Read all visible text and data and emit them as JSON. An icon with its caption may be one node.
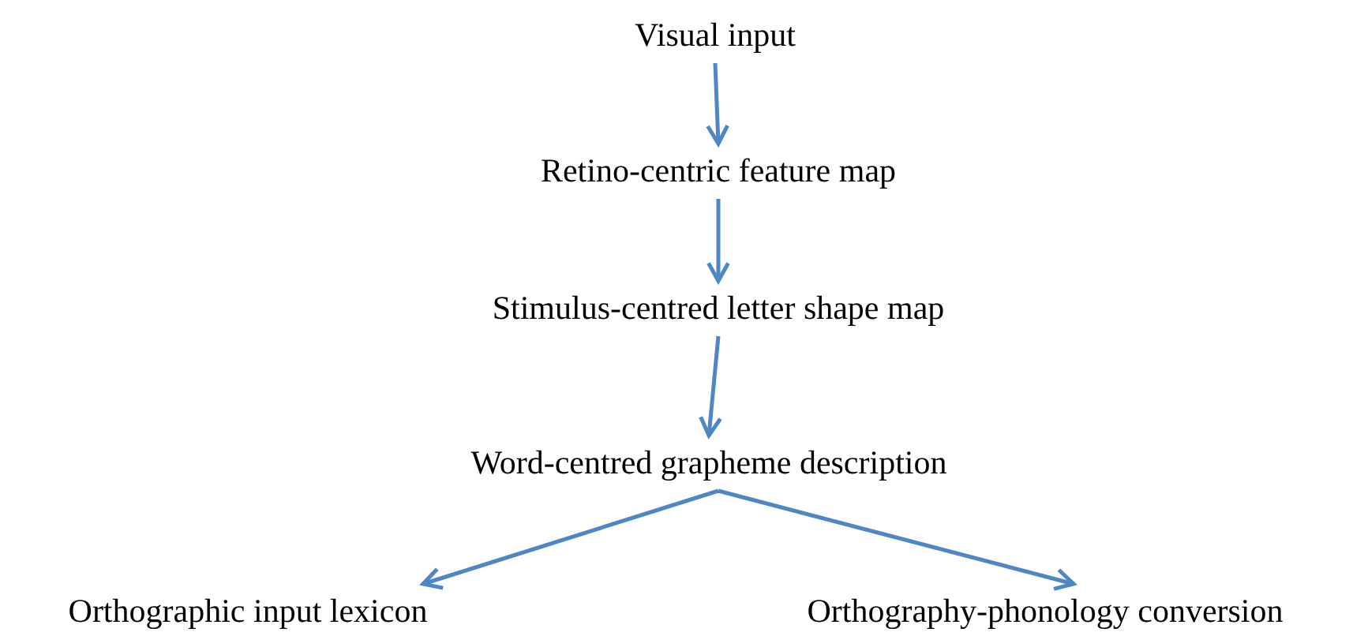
{
  "diagram": {
    "nodes": [
      {
        "text": [
          "Visual input"
        ]
      },
      {
        "text": [
          "Retino-centric feature map"
        ]
      },
      {
        "text": [
          "Stimulus-centred letter shape map"
        ]
      },
      {
        "text": [
          "Word-centred grapheme description"
        ]
      },
      {
        "text": [
          "Orthographic input lexicon"
        ]
      },
      {
        "text": [
          "Orthography-phonology conversion"
        ]
      }
    ],
    "edges": [
      {
        "from": 0,
        "to": 1,
        "arrow": "to"
      },
      {
        "from": 1,
        "to": 2,
        "arrow": "to"
      },
      {
        "from": 2,
        "to": 3,
        "arrow": "to"
      },
      {
        "from": 3,
        "to": 4,
        "arrow": "to"
      },
      {
        "from": 3,
        "to": 5,
        "arrow": "to"
      }
    ]
  }
}
